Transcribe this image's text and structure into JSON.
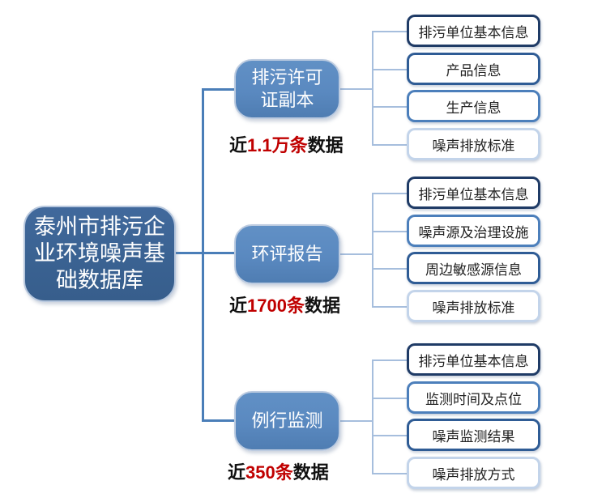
{
  "diagram": {
    "root": {
      "full_label": "泰州市排污企业环境噪声基础数据库",
      "lines": [
        "泰州市排污企",
        "业环境噪声基",
        "础数据库"
      ]
    },
    "branches": [
      {
        "lines": [
          "排污许可",
          "证副本"
        ],
        "full_label": "排污许可证副本",
        "count": {
          "prefix": "近",
          "highlight": "1.1万条",
          "suffix": "数据"
        },
        "leaves": [
          {
            "label": "排污单位基本信息",
            "border": "#1F3B66"
          },
          {
            "label": "产品信息",
            "border": "#2F5C95"
          },
          {
            "label": "生产信息",
            "border": "#4C7FBB"
          },
          {
            "label": "噪声排放标准",
            "border": "#C3D4EA"
          }
        ]
      },
      {
        "lines": [
          "环评报告"
        ],
        "full_label": "环评报告",
        "count": {
          "prefix": "近",
          "highlight": "1700条",
          "suffix": "数据"
        },
        "leaves": [
          {
            "label": "排污单位基本信息",
            "border": "#1F3B66"
          },
          {
            "label": "噪声源及治理设施",
            "border": "#4C7FBB"
          },
          {
            "label": "周边敏感源信息",
            "border": "#2F5C95"
          },
          {
            "label": "噪声排放标准",
            "border": "#C3D4EA"
          }
        ]
      },
      {
        "lines": [
          "例行监测"
        ],
        "full_label": "例行监测",
        "count": {
          "prefix": "近",
          "highlight": "350条",
          "suffix": "数据"
        },
        "leaves": [
          {
            "label": "排污单位基本信息",
            "border": "#1F3B66"
          },
          {
            "label": "监测时间及点位",
            "border": "#4C7FBB"
          },
          {
            "label": "噪声监测结果",
            "border": "#2F5C95"
          },
          {
            "label": "噪声排放方式",
            "border": "#C3D4EA"
          }
        ]
      }
    ],
    "colors": {
      "accent_red": "#C00000",
      "root_fill": "#3A6292",
      "branch_fill": "#5A89C0",
      "left_connector": "#4A7EB8",
      "right_connector": "#A6BEDD"
    }
  }
}
